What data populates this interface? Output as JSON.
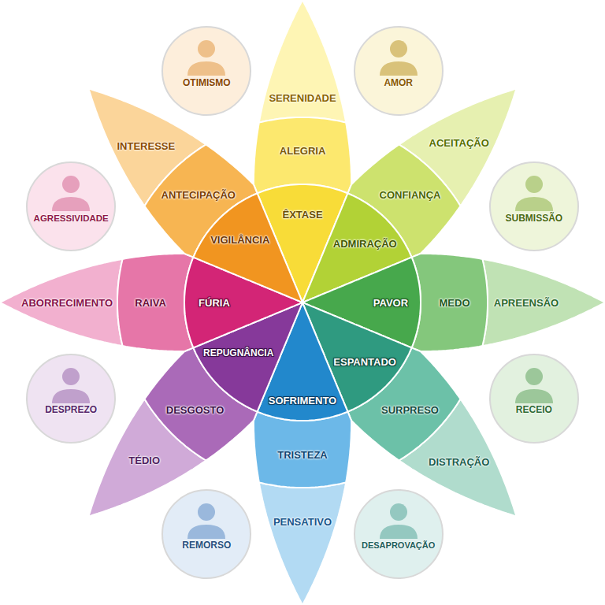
{
  "diagram": {
    "nodes": [
      {
        "text": [
          "SERENIDADE"
        ]
      },
      {
        "text": [
          "ALEGRIA"
        ]
      },
      {
        "text": [
          "ÊXTASE"
        ]
      },
      {
        "text": [
          "AMOR"
        ]
      },
      {
        "text": [
          "ACEITAÇÃO"
        ]
      },
      {
        "text": [
          "CONFIANÇA"
        ]
      },
      {
        "text": [
          "ADMIRAÇÃO"
        ]
      },
      {
        "text": [
          "SUBMISSÃO"
        ]
      },
      {
        "text": [
          "APREENSÃO"
        ]
      },
      {
        "text": [
          "MEDO"
        ]
      },
      {
        "text": [
          "PAVOR"
        ]
      },
      {
        "text": [
          "RECEIO"
        ]
      },
      {
        "text": [
          "DISTRAÇÃO"
        ]
      },
      {
        "text": [
          "SURPRESO"
        ]
      },
      {
        "text": [
          "ESPANTADO"
        ]
      },
      {
        "text": [
          "DESAPROVAÇÃO"
        ]
      },
      {
        "text": [
          "PENSATIVO"
        ]
      },
      {
        "text": [
          "TRISTEZA"
        ]
      },
      {
        "text": [
          "SOFRIMENTO"
        ]
      },
      {
        "text": [
          "REMORSO"
        ]
      },
      {
        "text": [
          "TÉDIO"
        ]
      },
      {
        "text": [
          "DESGOSTO"
        ]
      },
      {
        "text": [
          "REPUGNÂNCIA"
        ]
      },
      {
        "text": [
          "DESPREZO"
        ]
      },
      {
        "text": [
          "ABORRECIMENTO"
        ]
      },
      {
        "text": [
          "RAIVA"
        ]
      },
      {
        "text": [
          "FÚRIA"
        ]
      },
      {
        "text": [
          "AGRESSIVIDADE"
        ]
      },
      {
        "text": [
          "INTERESSE"
        ]
      },
      {
        "text": [
          "ANTECIPAÇÃO"
        ]
      },
      {
        "text": [
          "VIGILÂNCIA"
        ]
      },
      {
        "text": [
          "OTIMISMO"
        ]
      }
    ]
  }
}
